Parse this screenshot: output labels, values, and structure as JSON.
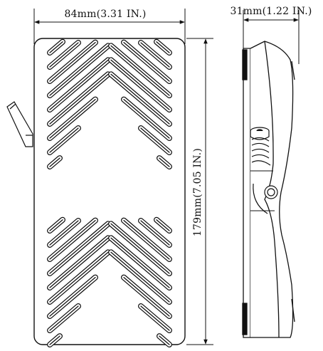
{
  "dimensions": {
    "width": "84mm(3.31 IN.)",
    "depth": "31mm(1.22 IN.)",
    "length": "179mm(7.05 IN.)"
  },
  "colors": {
    "line": "#111111",
    "fill": "#ffffff"
  }
}
